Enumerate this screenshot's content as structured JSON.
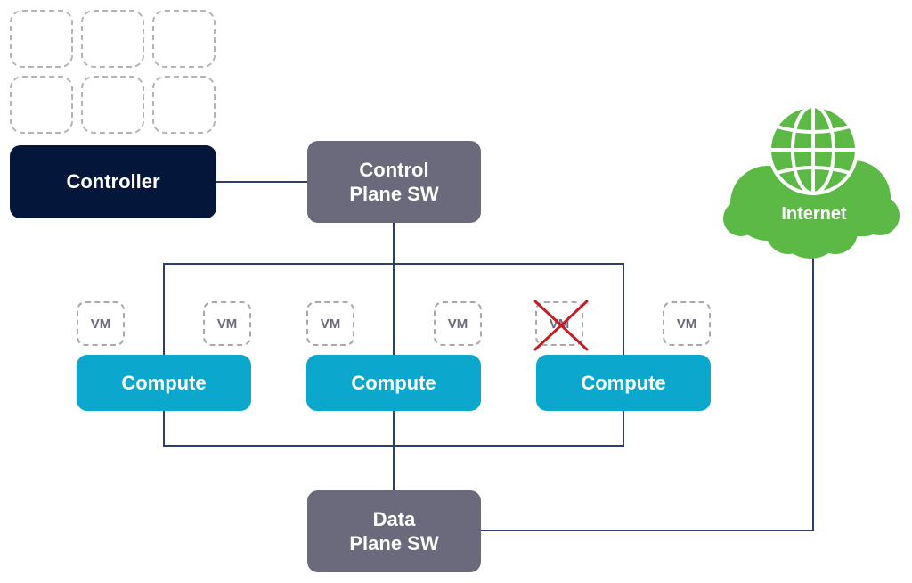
{
  "colors": {
    "controller": "#04173a",
    "switch": "#6b6a7c",
    "compute": "#0ba7cc",
    "internet": "#5cb946",
    "wire": "#2c3e6b",
    "failed_mark": "#c41e24"
  },
  "controller": {
    "label": "Controller"
  },
  "control_plane_switch": {
    "label_line1": "Control",
    "label_line2": "Plane SW"
  },
  "data_plane_switch": {
    "label_line1": "Data",
    "label_line2": "Plane SW"
  },
  "internet": {
    "label": "Internet",
    "icon": "globe-icon"
  },
  "compute_nodes": [
    {
      "label": "Compute",
      "vms": [
        {
          "label": "VM",
          "failed": false
        },
        {
          "label": "VM",
          "failed": false
        }
      ]
    },
    {
      "label": "Compute",
      "vms": [
        {
          "label": "VM",
          "failed": false
        },
        {
          "label": "VM",
          "failed": false
        }
      ]
    },
    {
      "label": "Compute",
      "vms": [
        {
          "label": "VM",
          "failed": true
        },
        {
          "label": "VM",
          "failed": false
        }
      ]
    }
  ]
}
